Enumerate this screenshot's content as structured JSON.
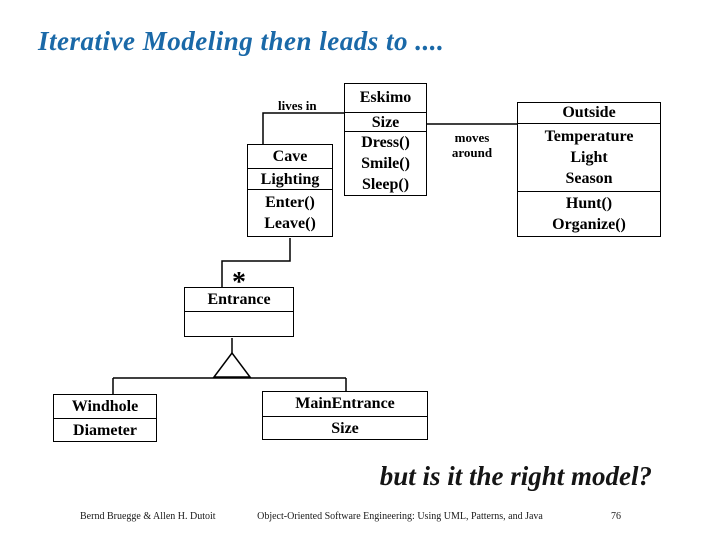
{
  "slide": {
    "title": "Iterative Modeling then leads to ....",
    "closing": "but is it the right model?",
    "footer": {
      "left": "Bernd Bruegge & Allen H. Dutoit",
      "center": "Object-Oriented Software Engineering: Using UML, Patterns, and Java",
      "page": "76"
    },
    "colors": {
      "title_blue": "#1A69A8",
      "closing_text": "#151515",
      "diagram_line": "#000000",
      "background": "#FFFFFF"
    }
  },
  "diagram": {
    "labels": {
      "lives_in": "lives in",
      "moves": [
        "moves",
        "around"
      ],
      "multiplicity": "*"
    },
    "classes": {
      "eskimo": {
        "name": "Eskimo",
        "attributes": [
          "Size"
        ],
        "methods": [
          "Dress()",
          "Smile()",
          "Sleep()"
        ]
      },
      "cave": {
        "name": "Cave",
        "attributes": [
          "Lighting"
        ],
        "methods": [
          "Enter()",
          "Leave()"
        ]
      },
      "outside": {
        "name": "Outside",
        "attributes": [
          "Temperature",
          "Light",
          "Season"
        ],
        "methods": [
          "Hunt()",
          "Organize()"
        ]
      },
      "entrance": {
        "name": "Entrance"
      },
      "windhole": {
        "name": "Windhole",
        "attributes": [
          "Diameter"
        ]
      },
      "mainentrance": {
        "name": "MainEntrance",
        "attributes": [
          "Size"
        ]
      }
    }
  }
}
